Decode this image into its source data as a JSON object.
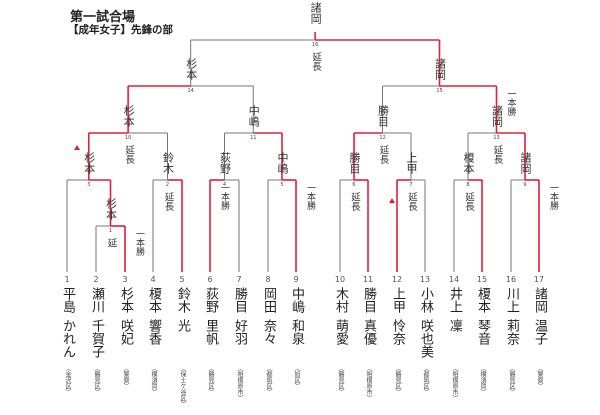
{
  "header": {
    "title": "第一試合場",
    "subtitle": "【成年女子】先鋒の部"
  },
  "colors": {
    "line": "#777777",
    "winner": "#e0203a",
    "text": "#222222"
  },
  "players": [
    {
      "num": "1",
      "surname": "平島",
      "given": "かれん",
      "affiliation": "金沢区"
    },
    {
      "num": "2",
      "surname": "瀬川",
      "given": "千賀子",
      "affiliation": "鶴見区"
    },
    {
      "num": "3",
      "surname": "杉本",
      "given": "咲妃",
      "affiliation": "警察"
    },
    {
      "num": "4",
      "surname": "榎本",
      "given": "響香",
      "affiliation": "横須賀"
    },
    {
      "num": "5",
      "surname": "鈴木",
      "given": "光",
      "affiliation": "保土ケ谷区"
    },
    {
      "num": "6",
      "surname": "荻野",
      "given": "里帆",
      "affiliation": "鶴見区"
    },
    {
      "num": "7",
      "surname": "勝目",
      "given": "好羽",
      "affiliation": "相模原市"
    },
    {
      "num": "8",
      "surname": "岡田",
      "given": "奈々",
      "affiliation": "都筑区"
    },
    {
      "num": "9",
      "surname": "中嶋",
      "given": "和泉",
      "affiliation": "旭区"
    },
    {
      "num": "10",
      "surname": "木村",
      "given": "萌愛",
      "affiliation": "鶴見区"
    },
    {
      "num": "11",
      "surname": "勝目",
      "given": "真優",
      "affiliation": "相模原市"
    },
    {
      "num": "12",
      "surname": "上甲",
      "given": "怜奈",
      "affiliation": "鶴見区"
    },
    {
      "num": "13",
      "surname": "小林",
      "given": "咲也美",
      "affiliation": "都筑区"
    },
    {
      "num": "14",
      "surname": "井上",
      "given": "凜",
      "affiliation": "相模原市"
    },
    {
      "num": "15",
      "surname": "榎本",
      "given": "琴音",
      "affiliation": "横須賀"
    },
    {
      "num": "16",
      "surname": "川上",
      "given": "莉奈",
      "affiliation": "鶴見区"
    },
    {
      "num": "17",
      "surname": "諸岡",
      "given": "温子",
      "affiliation": "警察"
    }
  ],
  "matches": [
    {
      "num": "1",
      "a": "p2",
      "b": "p3",
      "winner": "b",
      "winner_label": "杉本",
      "note": "延",
      "decision": "一本勝"
    },
    {
      "num": "2",
      "a": "p4",
      "b": "p5",
      "winner": "b",
      "winner_label": "鈴木",
      "note": "延長",
      "decision": ""
    },
    {
      "num": "3",
      "a": "p1",
      "b": "m1",
      "winner": "b",
      "winner_label": "杉本",
      "note": "",
      "decision": ""
    },
    {
      "num": "4",
      "a": "p6",
      "b": "p7",
      "winner": "a",
      "winner_label": "荻野",
      "note": "",
      "decision": "一本勝"
    },
    {
      "num": "5",
      "a": "p8",
      "b": "p9",
      "winner": "b",
      "winner_label": "中嶋",
      "note": "",
      "decision": "一本勝"
    },
    {
      "num": "6",
      "a": "p10",
      "b": "p11",
      "winner": "b",
      "winner_label": "勝目",
      "note": "延長",
      "decision": ""
    },
    {
      "num": "7",
      "a": "p12",
      "b": "p13",
      "winner": "a",
      "winner_label": "上甲",
      "note": "延長",
      "decision": ""
    },
    {
      "num": "8",
      "a": "p14",
      "b": "p15",
      "winner": "b",
      "winner_label": "榎本",
      "note": "延長",
      "decision": ""
    },
    {
      "num": "9",
      "a": "p16",
      "b": "p17",
      "winner": "b",
      "winner_label": "諸岡",
      "note": "",
      "decision": "一本勝"
    },
    {
      "num": "10",
      "a": "m3",
      "b": "m2",
      "winner": "a",
      "winner_label": "杉本",
      "note": "延長",
      "decision": ""
    },
    {
      "num": "11",
      "a": "m4",
      "b": "m5",
      "winner": "b",
      "winner_label": "中嶋",
      "note": "",
      "decision": ""
    },
    {
      "num": "12",
      "a": "m6",
      "b": "m7",
      "winner": "a",
      "winner_label": "勝目",
      "note": "延長",
      "decision": ""
    },
    {
      "num": "13",
      "a": "m8",
      "b": "m9",
      "winner": "b",
      "winner_label": "諸岡",
      "note": "延長",
      "decision": ""
    },
    {
      "num": "14",
      "a": "m10",
      "b": "m11",
      "winner": "a",
      "winner_label": "杉本",
      "note": "",
      "decision": ""
    },
    {
      "num": "15",
      "a": "m12",
      "b": "m13",
      "winner": "b",
      "winner_label": "諸岡",
      "note": "",
      "decision": "一本勝"
    },
    {
      "num": "16",
      "a": "m14",
      "b": "m15",
      "winner": "b",
      "winner_label": "諸岡",
      "note": "延長",
      "decision": ""
    }
  ]
}
